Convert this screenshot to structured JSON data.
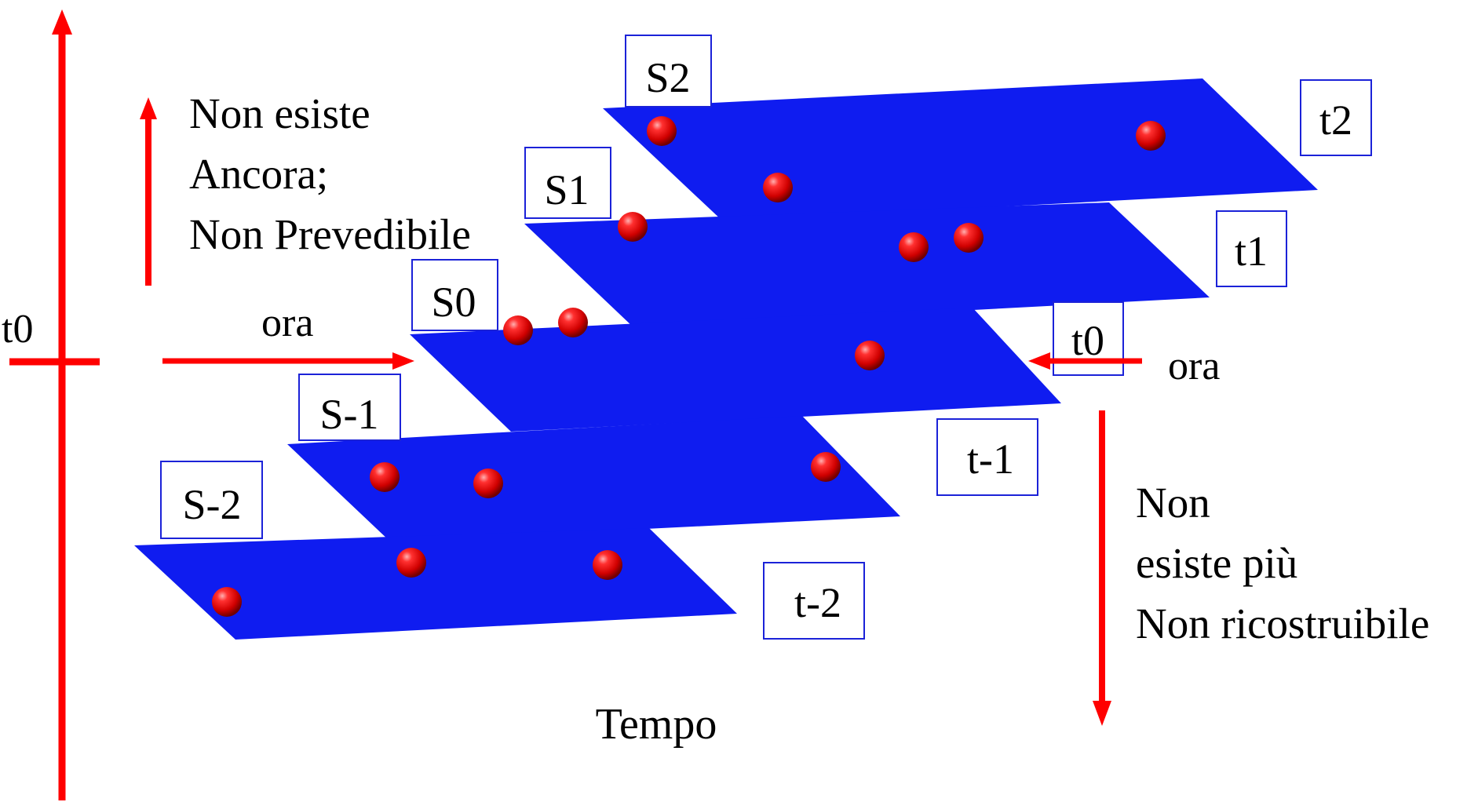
{
  "colors": {
    "plane": "#0f1cf0",
    "sphere": "#e00000",
    "arrow": "#ff0000",
    "box_stroke": "#1b22d8",
    "text": "#000000"
  },
  "axis": {
    "t0_label": "t0",
    "now_left_label": "ora",
    "now_right_label": "ora",
    "time_label": "Tempo"
  },
  "future_note": [
    "Non esiste",
    "Ancora;",
    "Non Prevedibile"
  ],
  "past_note": [
    "Non",
    "esiste più",
    "Non ricostruibile"
  ],
  "slices": [
    {
      "state": "S2",
      "time": "t2"
    },
    {
      "state": "S1",
      "time": "t1"
    },
    {
      "state": "S0",
      "time": "t0"
    },
    {
      "state": "S-1",
      "time": "t-1"
    },
    {
      "state": "S-2",
      "time": "t-2"
    }
  ]
}
